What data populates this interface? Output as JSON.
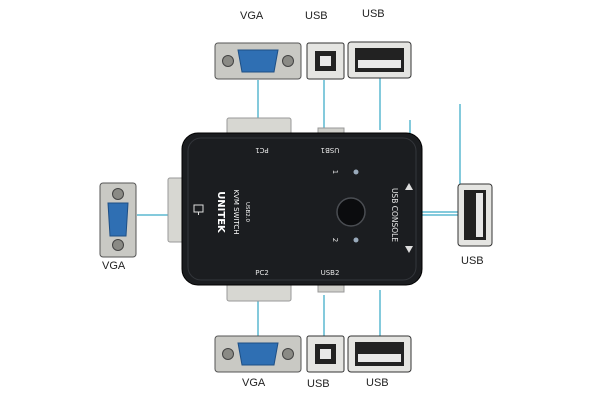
{
  "labels": {
    "top_vga": "VGA",
    "top_usb_b": "USB",
    "top_usb_a": "USB",
    "left_vga": "VGA",
    "right_usb": "USB",
    "bottom_vga": "VGA",
    "bottom_usb_b": "USB",
    "bottom_usb_a": "USB"
  },
  "device": {
    "brand": "UNITEK",
    "model": "KVM SWITCH",
    "version": "USB2.0",
    "port_pc1": "PC1",
    "port_usb1": "USB1",
    "port_pc2": "PC2",
    "port_usb2": "USB2",
    "indicator_1": "1",
    "indicator_2": "2",
    "console": "USB CONSOLE"
  },
  "colors": {
    "line": "#5bb8d0",
    "vga_blue": "#2f6fb3",
    "device_body": "#1b1d20",
    "metal": "#d7d7d2"
  }
}
